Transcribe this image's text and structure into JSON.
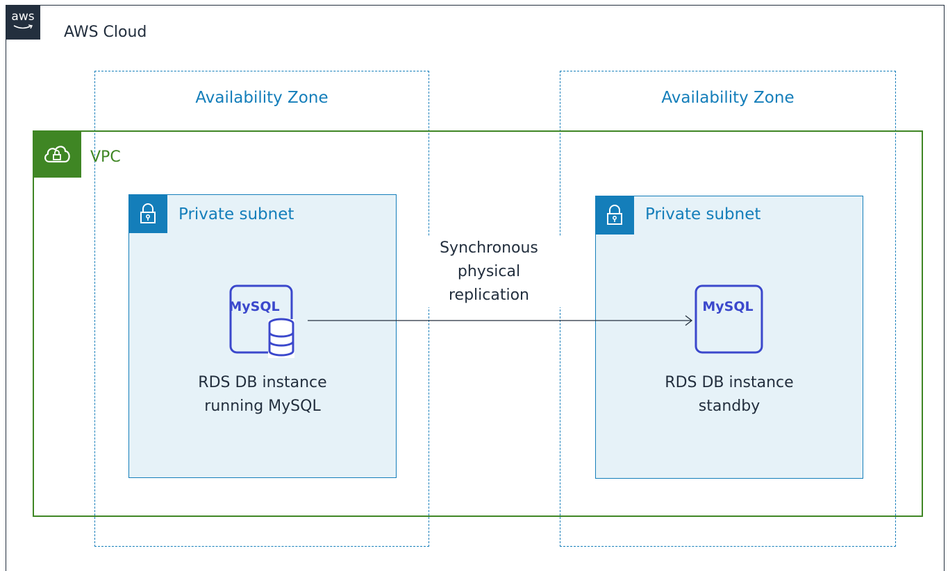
{
  "cloud": {
    "label": "AWS Cloud",
    "badge_text": "aws"
  },
  "availability_zones": [
    {
      "label": "Availability Zone"
    },
    {
      "label": "Availability Zone"
    }
  ],
  "vpc": {
    "label": "VPC"
  },
  "subnets": [
    {
      "label": "Private subnet"
    },
    {
      "label": "Private subnet"
    }
  ],
  "db_instances": [
    {
      "icon_text": "MySQL",
      "line1": "RDS DB instance",
      "line2": "running MySQL"
    },
    {
      "icon_text": "MySQL",
      "line1": "RDS DB instance",
      "line2": "standby"
    }
  ],
  "replication": {
    "line1": "Synchronous",
    "line2": "physical",
    "line3": "replication"
  },
  "colors": {
    "cloud_border": "#232f3e",
    "az_blue": "#147eba",
    "vpc_green": "#3f8624",
    "subnet_fill": "#e6f2f8",
    "db_purple": "#3b48cc"
  }
}
